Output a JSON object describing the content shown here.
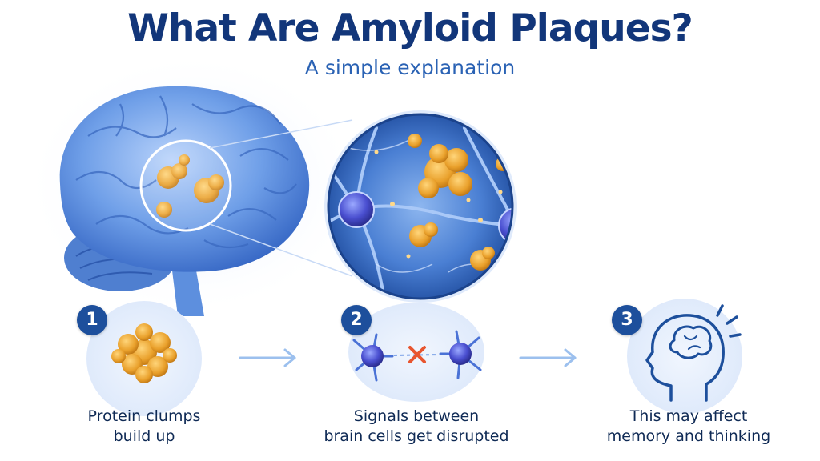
{
  "header": {
    "title": "What Are Amyloid Plaques?",
    "subtitle": "A simple explanation"
  },
  "steps": [
    {
      "number": "1",
      "caption_line1": "Protein clumps",
      "caption_line2": "build up",
      "icon": "protein-clump-icon"
    },
    {
      "number": "2",
      "caption_line1": "Signals between",
      "caption_line2": "brain cells get disrupted",
      "icon": "neuron-signal-blocked-icon"
    },
    {
      "number": "3",
      "caption_line1": "This may affect",
      "caption_line2": "memory and thinking",
      "icon": "head-brain-icon"
    }
  ],
  "colors": {
    "title": "#12367a",
    "subtitle": "#2a62b4",
    "badge": "#1d4f9c",
    "brain": "#6a9be6",
    "plaque": "#e8a630",
    "arrow": "#9cc0ee",
    "cross": "#e8552f"
  }
}
